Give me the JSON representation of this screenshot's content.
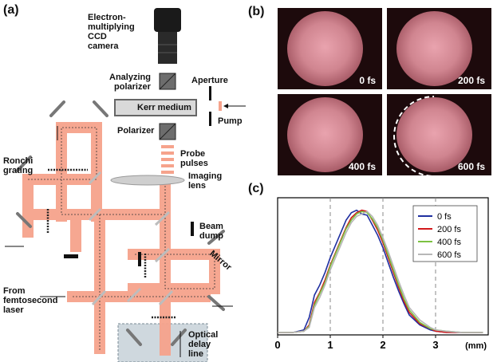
{
  "panels": {
    "a": "(a)",
    "b": "(b)",
    "c": "(c)"
  },
  "setup_labels": {
    "camera": [
      "Electron-",
      "multiplying",
      "CCD",
      "camera"
    ],
    "analyzing_polarizer": [
      "Analyzing",
      "polarizer"
    ],
    "aperture": "Aperture",
    "kerr_medium": "Kerr medium",
    "pump": "Pump",
    "polarizer": "Polarizer",
    "probe_pulses": [
      "Probe",
      "pulses"
    ],
    "imaging_lens": [
      "Imaging",
      "lens"
    ],
    "ronchi_grating": [
      "Ronchi",
      "grating"
    ],
    "beam_dump": [
      "Beam",
      "dump"
    ],
    "mirror": "Mirror",
    "from_laser": [
      "From",
      "femtosecond",
      "laser"
    ],
    "optical_delay_line": [
      "Optical",
      "delay",
      "line"
    ]
  },
  "image_tiles": [
    {
      "label": "0 fs"
    },
    {
      "label": "200 fs"
    },
    {
      "label": "400 fs"
    },
    {
      "label": "600 fs"
    }
  ],
  "chart_data": {
    "type": "line",
    "xlabel": "(mm)",
    "x_ticks": [
      "0",
      "1",
      "2",
      "3"
    ],
    "xlim": [
      0,
      4
    ],
    "ylim": [
      0,
      1.1
    ],
    "grid": "dashed vertical at 1, 2, 3, 4",
    "legend_position": "top-right",
    "series": [
      {
        "name": "0 fs",
        "color": "#1f2fa0",
        "x": [
          0,
          0.3,
          0.5,
          0.6,
          0.7,
          0.8,
          0.9,
          1.0,
          1.1,
          1.2,
          1.3,
          1.4,
          1.5,
          1.6,
          1.7,
          1.8,
          1.9,
          2.0,
          2.1,
          2.2,
          2.3,
          2.4,
          2.5,
          2.7,
          2.9,
          3.0,
          3.2,
          3.5,
          3.9
        ],
        "y": [
          0.02,
          0.02,
          0.04,
          0.14,
          0.32,
          0.4,
          0.5,
          0.62,
          0.72,
          0.82,
          0.92,
          0.98,
          1.0,
          0.97,
          0.96,
          0.88,
          0.8,
          0.7,
          0.58,
          0.46,
          0.35,
          0.25,
          0.16,
          0.08,
          0.04,
          0.03,
          0.02,
          0.02,
          0.02
        ]
      },
      {
        "name": "200 fs",
        "color": "#d3191c",
        "x": [
          0,
          0.3,
          0.5,
          0.6,
          0.7,
          0.8,
          0.9,
          1.0,
          1.1,
          1.2,
          1.3,
          1.4,
          1.5,
          1.6,
          1.7,
          1.8,
          1.9,
          2.0,
          2.1,
          2.2,
          2.3,
          2.4,
          2.5,
          2.7,
          2.9,
          3.0,
          3.2,
          3.5,
          3.9
        ],
        "y": [
          0.02,
          0.02,
          0.03,
          0.08,
          0.26,
          0.34,
          0.44,
          0.56,
          0.66,
          0.76,
          0.86,
          0.94,
          0.98,
          1.0,
          0.99,
          0.92,
          0.84,
          0.74,
          0.62,
          0.5,
          0.38,
          0.27,
          0.18,
          0.09,
          0.05,
          0.03,
          0.02,
          0.02,
          0.02
        ]
      },
      {
        "name": "400 fs",
        "color": "#7cc242",
        "x": [
          0,
          0.3,
          0.5,
          0.6,
          0.7,
          0.8,
          0.9,
          1.0,
          1.1,
          1.2,
          1.3,
          1.4,
          1.5,
          1.6,
          1.7,
          1.8,
          1.9,
          2.0,
          2.1,
          2.2,
          2.3,
          2.4,
          2.5,
          2.7,
          2.9,
          3.0,
          3.2,
          3.5,
          3.9
        ],
        "y": [
          0.02,
          0.02,
          0.03,
          0.07,
          0.24,
          0.33,
          0.42,
          0.55,
          0.65,
          0.75,
          0.85,
          0.92,
          0.97,
          0.99,
          0.98,
          0.93,
          0.86,
          0.76,
          0.64,
          0.52,
          0.4,
          0.29,
          0.2,
          0.1,
          0.05,
          0.04,
          0.03,
          0.02,
          0.02
        ]
      },
      {
        "name": "600 fs",
        "color": "#b7b7b7",
        "x": [
          0,
          0.3,
          0.5,
          0.6,
          0.7,
          0.8,
          0.9,
          1.0,
          1.1,
          1.2,
          1.3,
          1.4,
          1.5,
          1.6,
          1.7,
          1.8,
          1.9,
          2.0,
          2.1,
          2.2,
          2.3,
          2.4,
          2.5,
          2.7,
          2.9,
          3.0,
          3.2,
          3.5,
          3.9
        ],
        "y": [
          0.02,
          0.02,
          0.03,
          0.06,
          0.22,
          0.3,
          0.4,
          0.52,
          0.62,
          0.72,
          0.82,
          0.9,
          0.95,
          0.97,
          0.99,
          0.95,
          0.88,
          0.78,
          0.67,
          0.55,
          0.43,
          0.32,
          0.22,
          0.12,
          0.06,
          0.04,
          0.03,
          0.02,
          0.02
        ]
      }
    ]
  }
}
